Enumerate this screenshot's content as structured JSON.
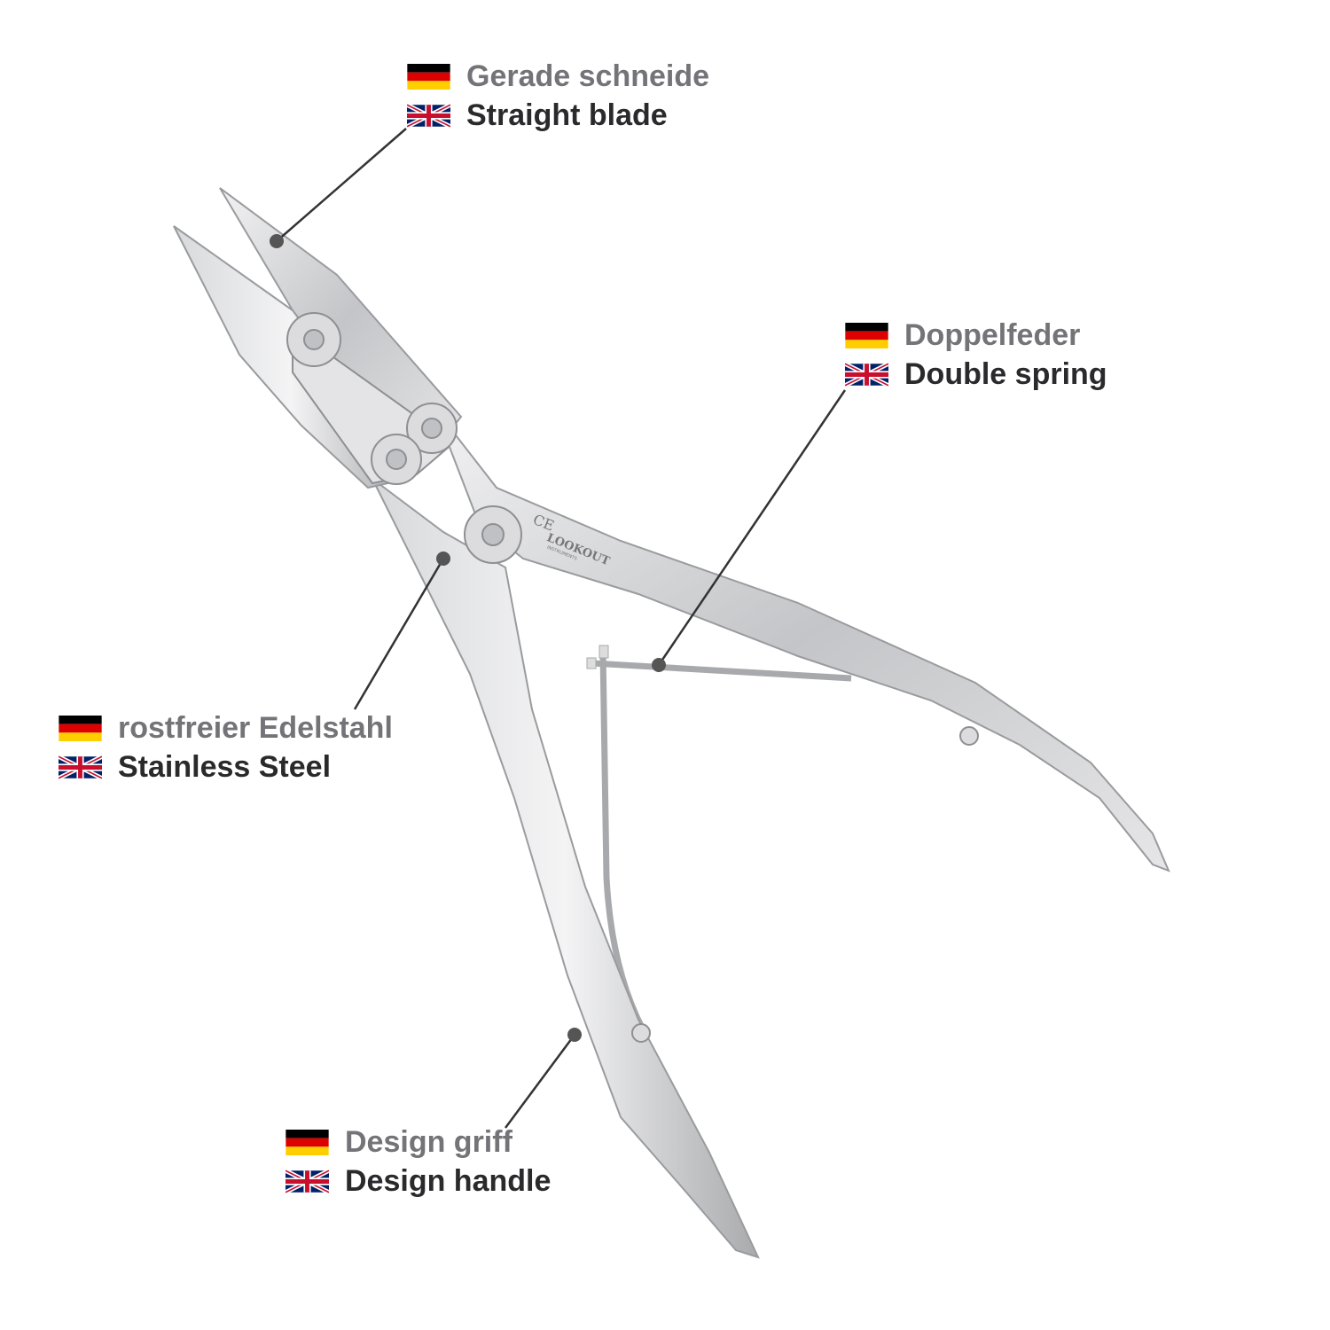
{
  "labels": [
    {
      "id": "straight-blade",
      "de": "Gerade schneide",
      "en": "Straight blade"
    },
    {
      "id": "double-spring",
      "de": "Doppelfeder",
      "en": "Double spring"
    },
    {
      "id": "stainless-steel",
      "de": "rostfreier Edelstahl",
      "en": "Stainless Steel"
    },
    {
      "id": "design-handle",
      "de": "Design griff",
      "en": "Design handle"
    }
  ],
  "logo": {
    "brand": "LOOKOUT",
    "sub": "INSTRUMENTS",
    "mark": "CE"
  },
  "colors": {
    "german_text": "#737378",
    "english_text": "#2a2a2c",
    "leader": "#333333",
    "steel": "#c9cacc"
  }
}
